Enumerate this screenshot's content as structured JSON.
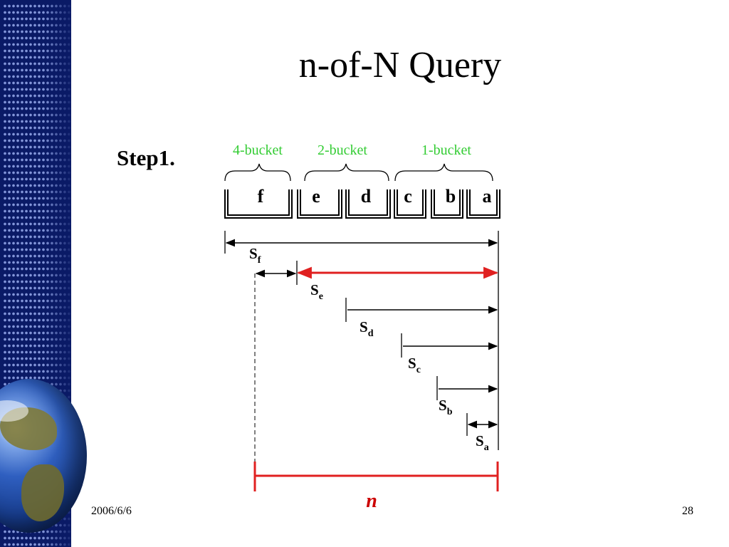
{
  "slide": {
    "title": "n-of-N Query",
    "step_label": "Step1.",
    "footer_date": "2006/6/6",
    "footer_page": "28"
  },
  "diagram": {
    "bucket_groups": [
      "4-bucket",
      "2-bucket",
      "1-bucket"
    ],
    "buckets": [
      "f",
      "e",
      "d",
      "c",
      "b",
      "a"
    ],
    "spans": [
      {
        "base": "S",
        "sub": "f"
      },
      {
        "base": "S",
        "sub": "e"
      },
      {
        "base": "S",
        "sub": "d"
      },
      {
        "base": "S",
        "sub": "c"
      },
      {
        "base": "S",
        "sub": "b"
      },
      {
        "base": "S",
        "sub": "a"
      }
    ],
    "n_label": "n",
    "colors": {
      "bucket_label": "#33cc33",
      "highlight": "#e02020",
      "background": "#ffffff",
      "sidebar": "#0a1a66"
    }
  }
}
